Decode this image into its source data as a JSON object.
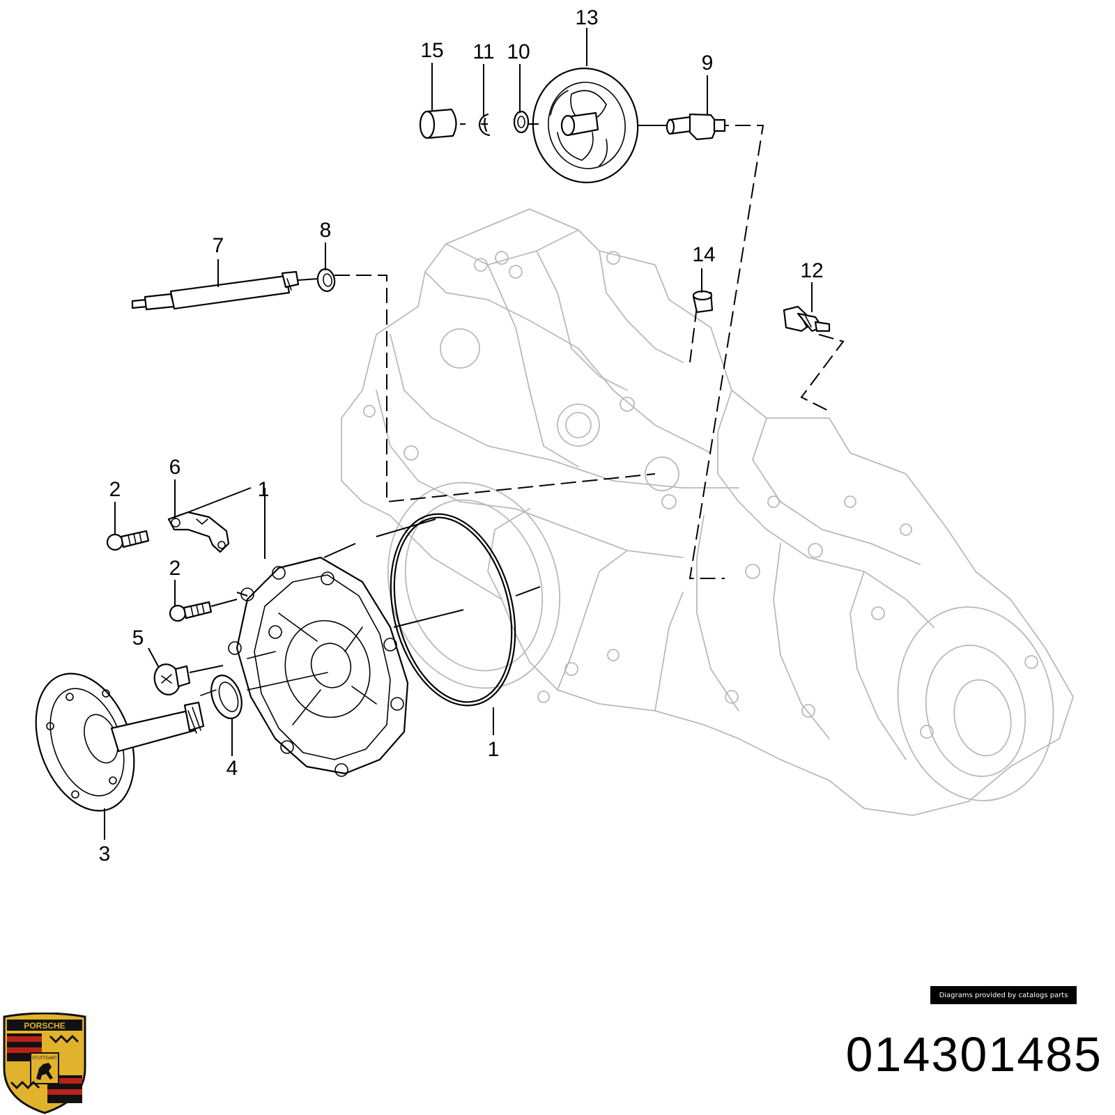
{
  "diagram": {
    "callouts": [
      "1",
      "1",
      "2",
      "2",
      "3",
      "4",
      "5",
      "6",
      "7",
      "8",
      "9",
      "10",
      "11",
      "12",
      "13",
      "14",
      "15"
    ]
  },
  "credit": "Diagrams provided by catalogs parts",
  "part_number": "014301485",
  "logo": {
    "icon": "porsche-crest-icon",
    "text_top": "PORSCHE",
    "text_center": "STUTTGART"
  },
  "colors": {
    "line": "#000000",
    "ghost": "#b9b9b9",
    "crest_gold": "#e1b32c",
    "crest_red": "#b8221a",
    "crest_black": "#111111"
  }
}
